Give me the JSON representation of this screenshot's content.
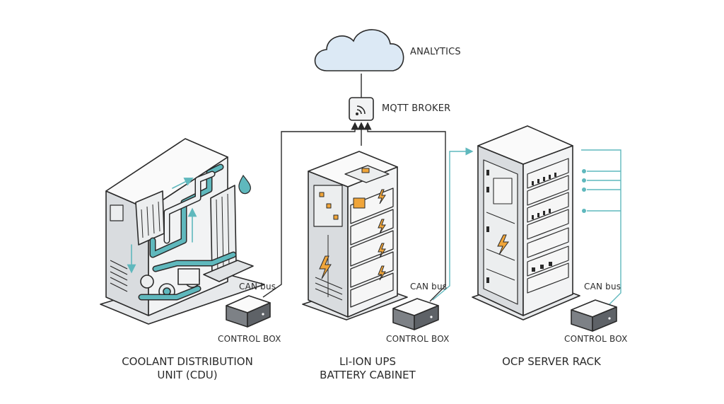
{
  "labels": {
    "analytics": "ANALYTICS",
    "mqtt_broker": "MQTT BROKER",
    "can_bus_1": "CAN bus",
    "can_bus_2": "CAN bus",
    "can_bus_3": "CAN bus",
    "control_box_1": "CONTROL BOX",
    "control_box_2": "CONTROL BOX",
    "control_box_3": "CONTROL BOX"
  },
  "captions": {
    "cdu_line1": "COOLANT DISTRIBUTION",
    "cdu_line2": "UNIT (CDU)",
    "ups_line1": "LI-ION UPS",
    "ups_line2": "BATTERY CABINET",
    "rack": "OCP SERVER RACK"
  },
  "icons": {
    "cloud": "cloud-icon",
    "wifi": "wifi-icon",
    "lightning": "lightning-icon",
    "droplet": "droplet-icon"
  },
  "colors": {
    "line": "#2a2a2a",
    "coolant": "#5fb8bd",
    "cloud_fill": "#dce9f5",
    "battery_accent": "#f0a53a",
    "metal": "#f2f3f4",
    "metal_shade": "#d9dcdf"
  }
}
